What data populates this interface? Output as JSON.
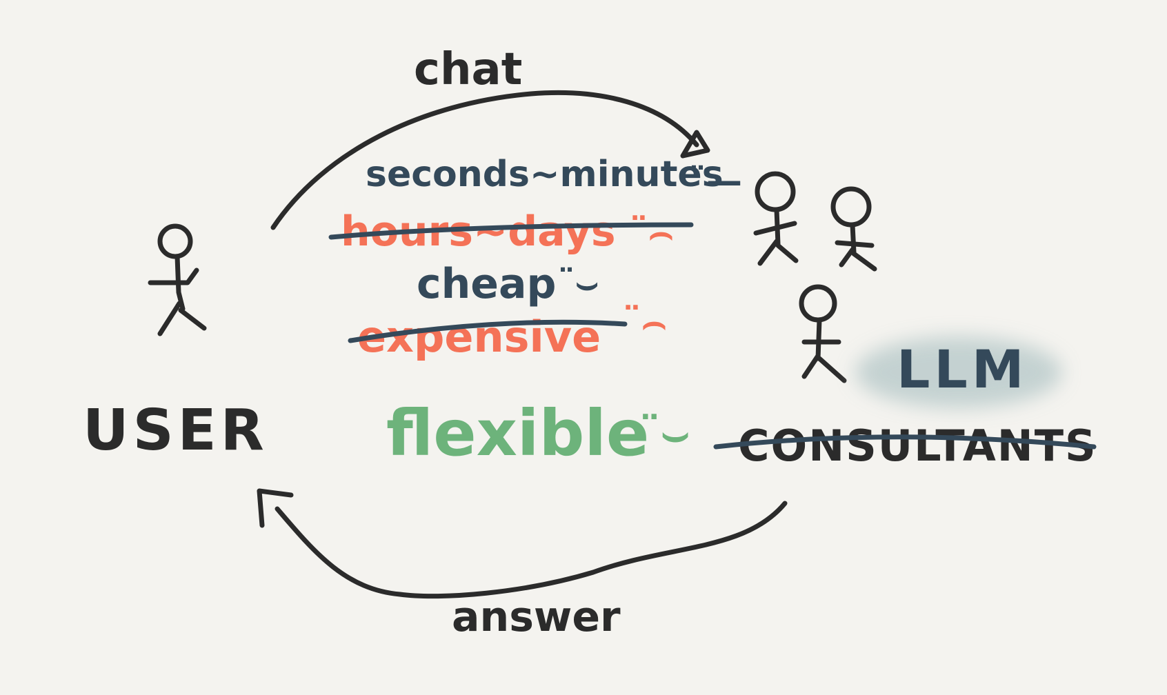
{
  "diagram": {
    "top_arrow_label": "chat",
    "bottom_arrow_label": "answer",
    "user_label": "USER",
    "llm_label": "LLM",
    "consultants_label": "CONSULTANTS",
    "consultants_struck": true,
    "comparisons": [
      {
        "new_text": "seconds~minutes",
        "new_face": "¨—",
        "old_text": "hours~days",
        "old_face": "¨⌢",
        "old_struck": true
      },
      {
        "new_text": "cheap",
        "new_face": "¨⌣",
        "old_text": "expensive",
        "old_face": "¨⌢",
        "old_struck": true
      }
    ],
    "flexible": {
      "text": "flexible",
      "face": "¨⌣"
    },
    "colors": {
      "background": "#f4f3ef",
      "ink": "#2b2b2b",
      "slate": "#34495a",
      "coral": "#f47257",
      "green": "#6db37b",
      "llm_cloud": "#bccccc"
    }
  }
}
